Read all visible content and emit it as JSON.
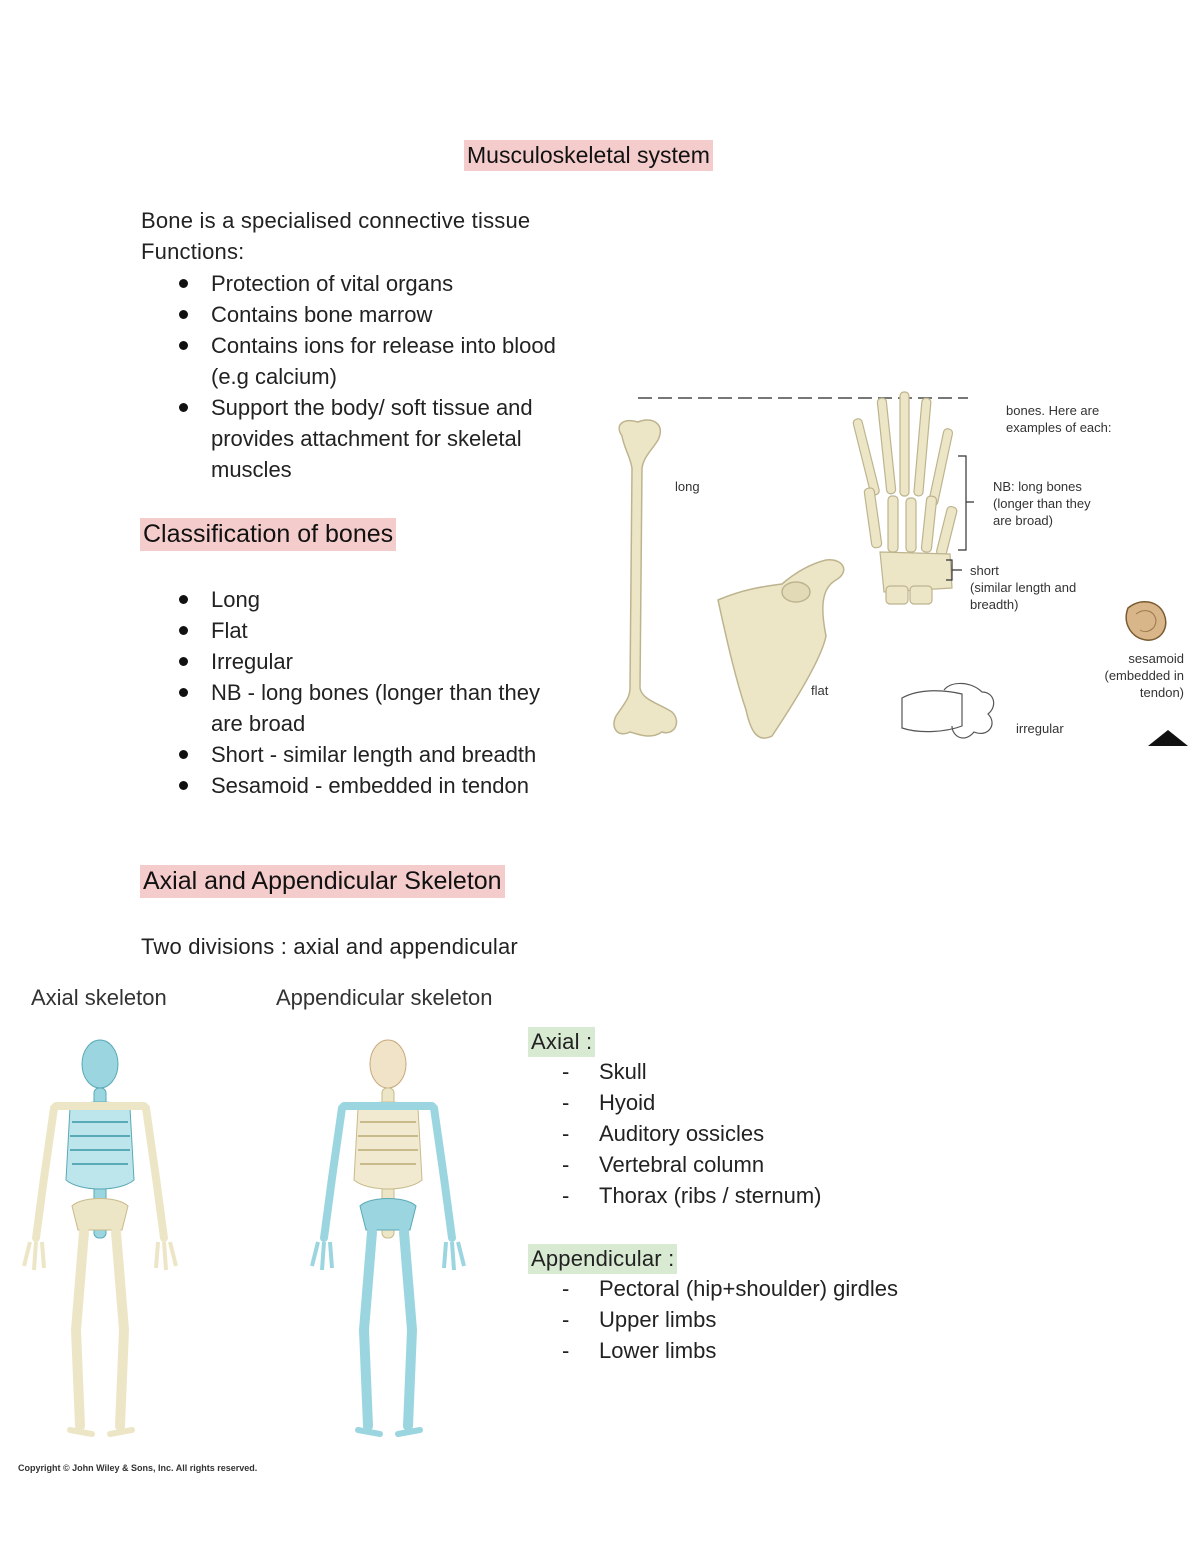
{
  "title": "Musculoskeletal system",
  "intro": {
    "line1": "Bone is a specialised connective tissue",
    "line2": "Functions:"
  },
  "functions": [
    "Protection of vital organs",
    "Contains bone marrow",
    "Contains ions for release into blood",
    "(e.g calcium)",
    "Support the body/ soft tissue and",
    "provides attachment for skeletal",
    "muscles"
  ],
  "classification": {
    "heading": "Classification of bones",
    "items": [
      "Long",
      "Flat",
      "Irregular",
      "NB - long bones (longer than they",
      "are broad",
      "Short - similar length and breadth",
      "Sesamoid - embedded in tendon"
    ]
  },
  "figure_bones": {
    "header": "bones. Here are examples of each:",
    "long": "long",
    "nb": [
      "NB: long bones",
      "(longer than they",
      "are broad)"
    ],
    "short": [
      "short",
      "(similar length and",
      "breadth)"
    ],
    "sesamoid": [
      "sesamoid",
      "(embedded in",
      "tendon)"
    ],
    "flat": "flat",
    "irregular": "irregular"
  },
  "axial_section": {
    "heading": "Axial and Appendicular Skeleton",
    "intro": "Two divisions : axial and appendicular"
  },
  "figure_skeleton": {
    "axial_title": "Axial skeleton",
    "appendicular_title": "Appendicular skeleton",
    "copyright": "Copyright © John Wiley & Sons, Inc. All rights reserved."
  },
  "axial": {
    "label": "Axial :",
    "items": [
      "Skull",
      "Hyoid",
      "Auditory ossicles",
      "Vertebral column",
      "Thorax (ribs / sternum)"
    ]
  },
  "appendicular": {
    "label": "Appendicular :",
    "items": [
      "Pectoral (hip+shoulder) girdles",
      "Upper limbs",
      "Lower limbs"
    ]
  },
  "colors": {
    "heading_highlight": "#f4cccc",
    "list_highlight": "#d9ead3",
    "bone": "#ede6c6",
    "axial_blue": "#9bd6e0"
  }
}
